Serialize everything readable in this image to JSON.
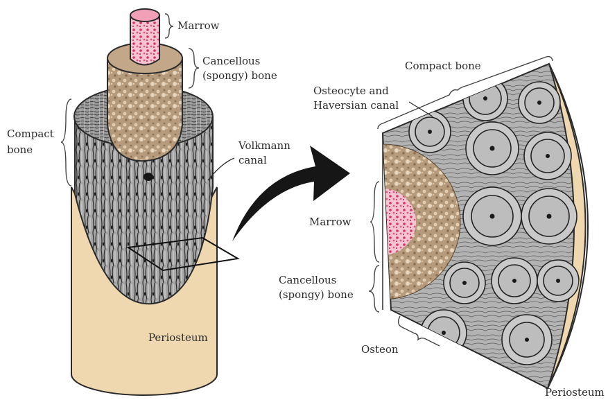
{
  "left_figure": {
    "marrow": "Marrow",
    "cancellous_line1": "Cancellous",
    "cancellous_line2": "(spongy) bone",
    "compact_line1": "Compact",
    "compact_line2": "bone",
    "volkmann_line1": "Volkmann",
    "volkmann_line2": "canal",
    "periosteum": "Periosteum"
  },
  "right_figure": {
    "compact_bone": "Compact bone",
    "osteocyte_line1": "Osteocyte and",
    "osteocyte_line2": "Haversian canal",
    "marrow": "Marrow",
    "cancellous_line1": "Cancellous",
    "cancellous_line2": "(spongy) bone",
    "osteon": "Osteon",
    "periosteum": "Periosteum"
  },
  "colors": {
    "periosteum": "#efd8b0",
    "compact_bone": "#8e8e8e",
    "spongy_bone": "#b59a7c",
    "marrow": "#e0507a",
    "arrow": "#161616"
  }
}
